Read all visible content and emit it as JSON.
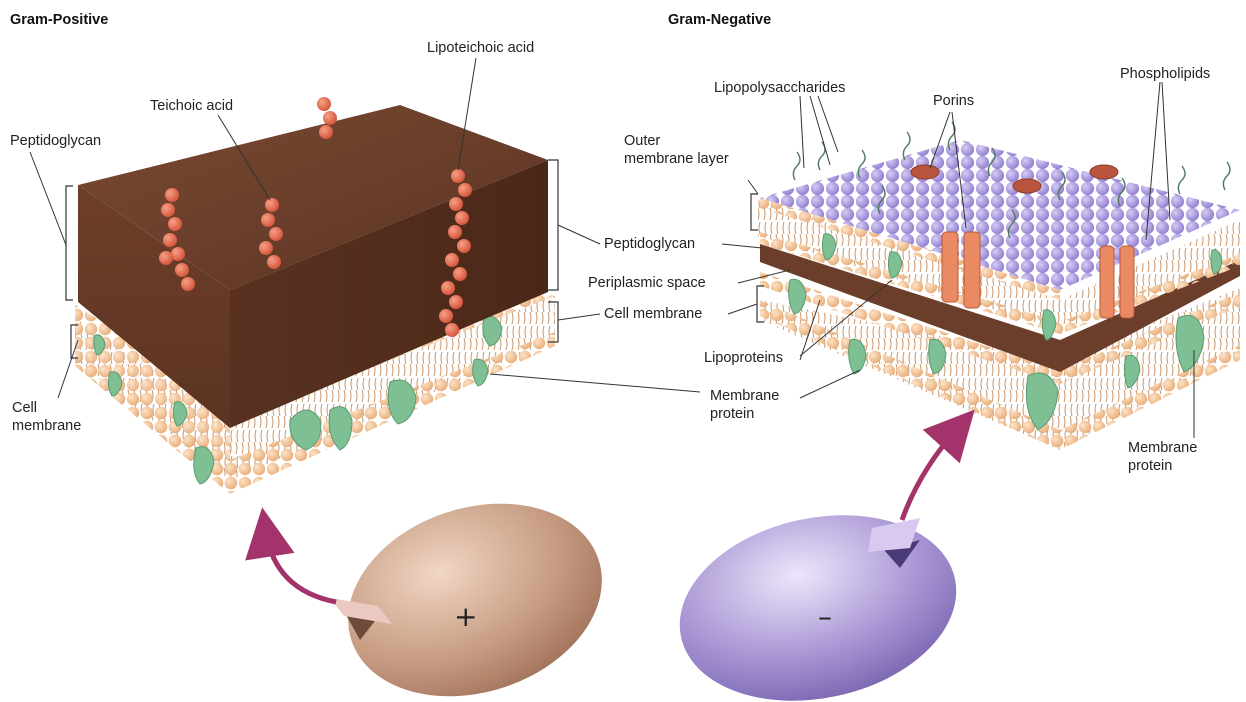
{
  "headers": {
    "gram_positive": "Gram-Positive",
    "gram_negative": "Gram-Negative"
  },
  "labels": {
    "peptidoglycan_left": "Peptidoglycan",
    "teichoic_acid": "Teichoic acid",
    "lipoteichoic_acid": "Lipoteichoic acid",
    "cell_membrane_left_1": "Cell",
    "cell_membrane_left_2": "membrane",
    "lipopolysaccharides": "Lipopolysaccharides",
    "porins": "Porins",
    "phospholipids": "Phospholipids",
    "outer_membrane_1": "Outer",
    "outer_membrane_2": "membrane layer",
    "peptidoglycan_center": "Peptidoglycan",
    "periplasmic_space": "Periplasmic space",
    "cell_membrane_center": "Cell membrane",
    "lipoproteins": "Lipoproteins",
    "membrane_protein_center_1": "Membrane",
    "membrane_protein_center_2": "protein",
    "membrane_protein_right_1": "Membrane",
    "membrane_protein_right_2": "protein"
  },
  "signs": {
    "positive": "+",
    "negative": "–"
  },
  "colors": {
    "peptidoglycan": "#6b3e2b",
    "lipid_head": "#f2c59a",
    "membrane_protein": "#7fbf94",
    "teichoic_bead": "#e8664a",
    "outer_membrane": "#a897dc",
    "porin": "#ea8a62",
    "arrow": "#a3336b",
    "cell_positive": "#c79a80",
    "cell_negative": "#a28fcd"
  }
}
